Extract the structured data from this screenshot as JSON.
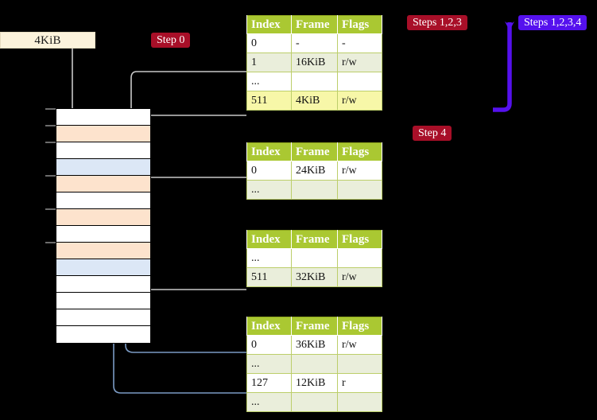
{
  "labels": {
    "size_label": "4KiB",
    "step0": "Step 0",
    "step4": "Step 4",
    "steps123": "Steps 1,2,3",
    "steps1234": "Steps 1,2,3,4"
  },
  "colors": {
    "header_green": "#aac832",
    "row_tint": "#eaeedb",
    "row_highlight": "#f7f7a8",
    "badge_crimson": "#a80f28",
    "badge_violet": "#5511ee",
    "size_label_bg": "#fcf3dc",
    "mem_peach": "#fde3cd",
    "mem_blue": "#dce7f6",
    "wire_grey": "#c8c8c8",
    "wire_blue": "#7b9bc4",
    "background": "#000000"
  },
  "columns": [
    "Index",
    "Frame",
    "Flags"
  ],
  "tables": [
    {
      "name": "pml4-table",
      "rows": [
        {
          "style": "r-white",
          "index": "0",
          "frame": "-",
          "flags": "-"
        },
        {
          "style": "r-tint",
          "index": "1",
          "frame": "16KiB",
          "flags": "r/w"
        },
        {
          "style": "r-white",
          "index": "...",
          "frame": "",
          "flags": ""
        },
        {
          "style": "r-hl",
          "index": "511",
          "frame": "4KiB",
          "flags": "r/w"
        }
      ]
    },
    {
      "name": "pdpt-table",
      "rows": [
        {
          "style": "r-white",
          "index": "0",
          "frame": "24KiB",
          "flags": "r/w"
        },
        {
          "style": "r-tint",
          "index": "...",
          "frame": "",
          "flags": ""
        }
      ]
    },
    {
      "name": "pd-table",
      "rows": [
        {
          "style": "r-white",
          "index": "...",
          "frame": "",
          "flags": ""
        },
        {
          "style": "r-tint",
          "index": "511",
          "frame": "32KiB",
          "flags": "r/w"
        }
      ]
    },
    {
      "name": "pt-table",
      "rows": [
        {
          "style": "r-white",
          "index": "0",
          "frame": "36KiB",
          "flags": "r/w"
        },
        {
          "style": "r-tint",
          "index": "...",
          "frame": "",
          "flags": ""
        },
        {
          "style": "r-white",
          "index": "127",
          "frame": "12KiB",
          "flags": "r"
        },
        {
          "style": "r-tint",
          "index": "...",
          "frame": "",
          "flags": ""
        }
      ]
    }
  ],
  "memory_column": {
    "frames": [
      {
        "fill": "white"
      },
      {
        "fill": "peach"
      },
      {
        "fill": "white"
      },
      {
        "fill": "blue"
      },
      {
        "fill": "peach"
      },
      {
        "fill": "white"
      },
      {
        "fill": "peach"
      },
      {
        "fill": "white"
      },
      {
        "fill": "peach"
      },
      {
        "fill": "blue"
      },
      {
        "fill": "white"
      },
      {
        "fill": "white"
      },
      {
        "fill": "white"
      },
      {
        "fill": "white"
      }
    ]
  }
}
